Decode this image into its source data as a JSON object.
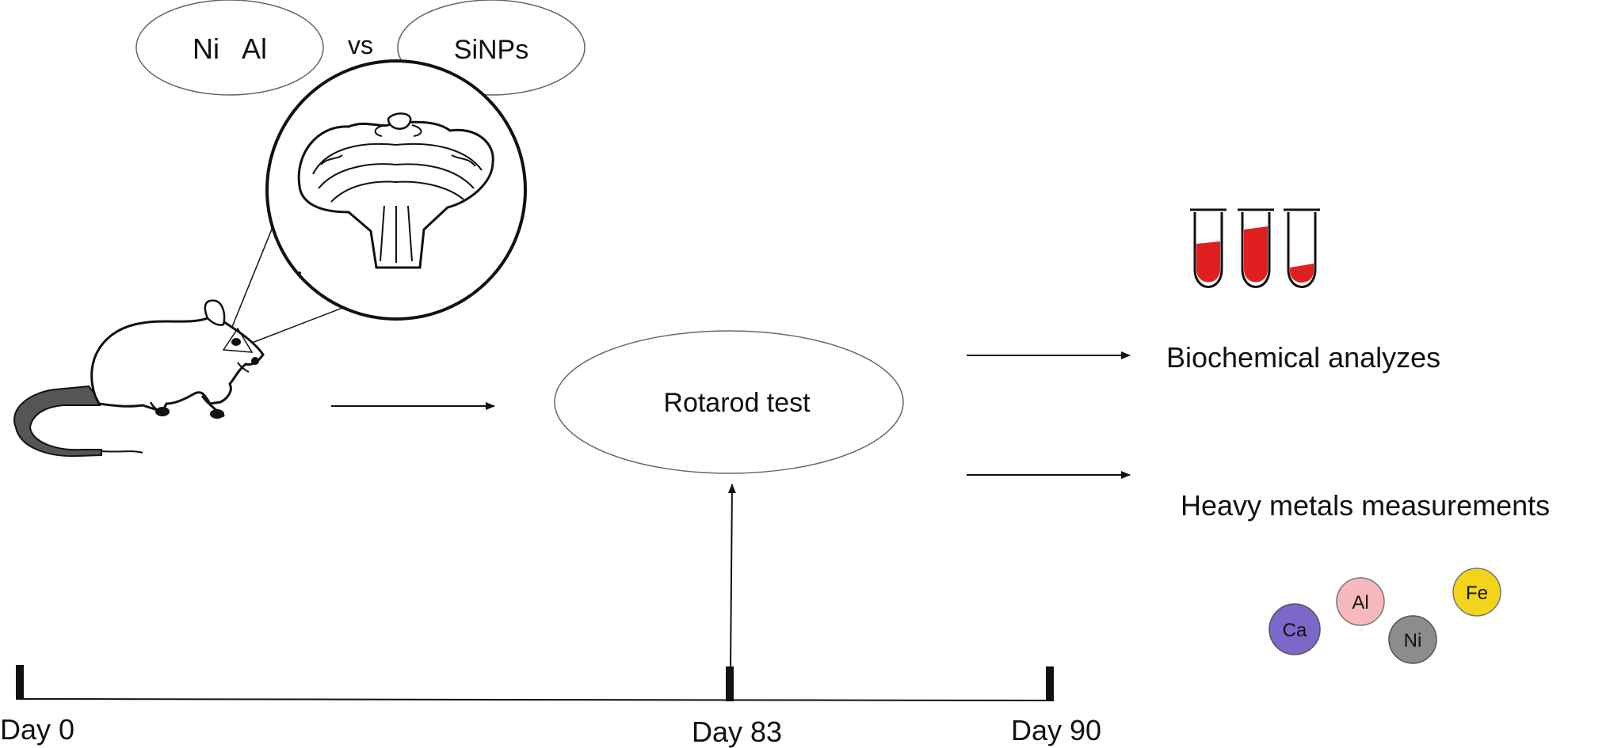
{
  "treatment_groups": {
    "group_a": "Ni   Al",
    "comparator": "vs",
    "group_b": "SiNPs"
  },
  "procedure": {
    "test_label": "Rotarod test"
  },
  "outcomes": {
    "biochemical_label": "Biochemical analyzes",
    "metals_label": "Heavy metals measurements"
  },
  "metals": {
    "calcium": "Ca",
    "aluminium": "Al",
    "nickel": "Ni",
    "iron": "Fe"
  },
  "timeline": {
    "day_start": "Day 0",
    "day_test": "Day 83",
    "day_end": "Day 90"
  },
  "colors": {
    "calcium": "#7b68c8",
    "aluminium": "#f8b9bc",
    "nickel": "#8c8c8c",
    "iron": "#f2d51a",
    "blood": "#e02020",
    "rat_tail": "#555555"
  },
  "icons": {
    "animal": "rat-icon",
    "organ": "cerebellum-icon",
    "samples": "blood-sample-tubes-icon"
  }
}
